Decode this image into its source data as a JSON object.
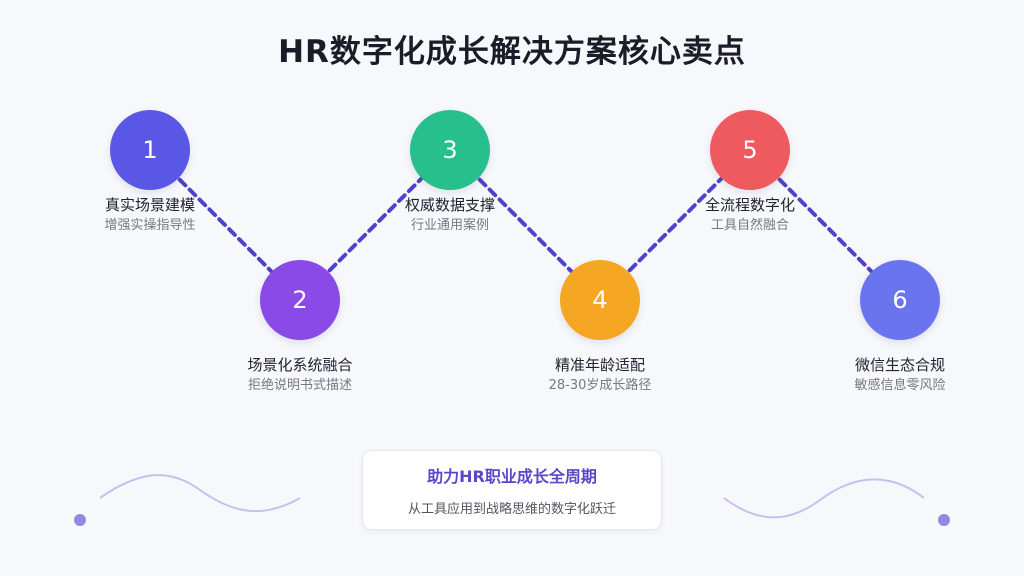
{
  "title": "HR数字化成长解决方案核心卖点",
  "steps": [
    {
      "num": "1",
      "title": "真实场景建模",
      "desc": "增强实操指导性",
      "color": "#5b57e6"
    },
    {
      "num": "2",
      "title": "场景化系统融合",
      "desc": "拒绝说明书式描述",
      "color": "#8a4ae8"
    },
    {
      "num": "3",
      "title": "权威数据支撑",
      "desc": "行业通用案例",
      "color": "#27bf8c"
    },
    {
      "num": "4",
      "title": "精准年龄适配",
      "desc": "28-30岁成长路径",
      "color": "#f5a623"
    },
    {
      "num": "5",
      "title": "全流程数字化",
      "desc": "工具自然融合",
      "color": "#ef5a5f"
    },
    {
      "num": "6",
      "title": "微信生态合规",
      "desc": "敏感信息零风险",
      "color": "#6b74ef"
    }
  ],
  "summary": {
    "title": "助力HR职业成长全周期",
    "subtitle": "从工具应用到战略思维的数字化跃迁"
  },
  "colors": {
    "connector": "#4f43c9",
    "wave": "#c3c2ee",
    "dot": "#8f88e6"
  }
}
